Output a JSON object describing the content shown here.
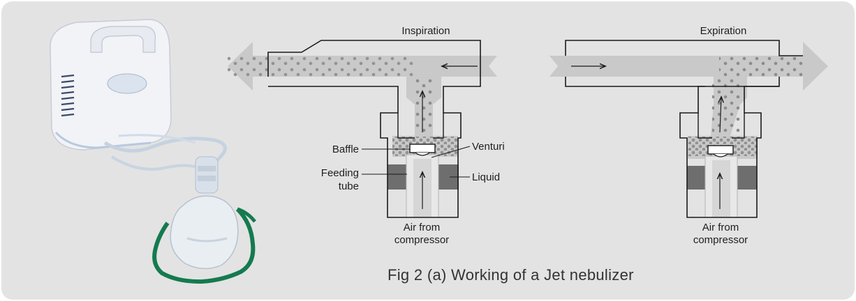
{
  "figure": {
    "caption": "Fig 2 (a) Working of a Jet nebulizer"
  },
  "diagram_left": {
    "title": "Inspiration",
    "labels": {
      "baffle": "Baffle",
      "venturi": "Venturi",
      "feeding_line1": "Feeding",
      "feeding_line2": "tube",
      "liquid": "Liquid",
      "air_line1": "Air from",
      "air_line2": "compressor"
    }
  },
  "diagram_right": {
    "title": "Expiration",
    "labels": {
      "air_line1": "Air from",
      "air_line2": "compressor"
    }
  },
  "colors": {
    "panel": "#e3e3e3",
    "airflow": "#c9c9c9",
    "mist_dot": "#8c8c8c",
    "liquid": "#6e6e6e",
    "outline": "#1a1a1a"
  },
  "photo": {
    "icon": "nebulizer-device-photo"
  }
}
